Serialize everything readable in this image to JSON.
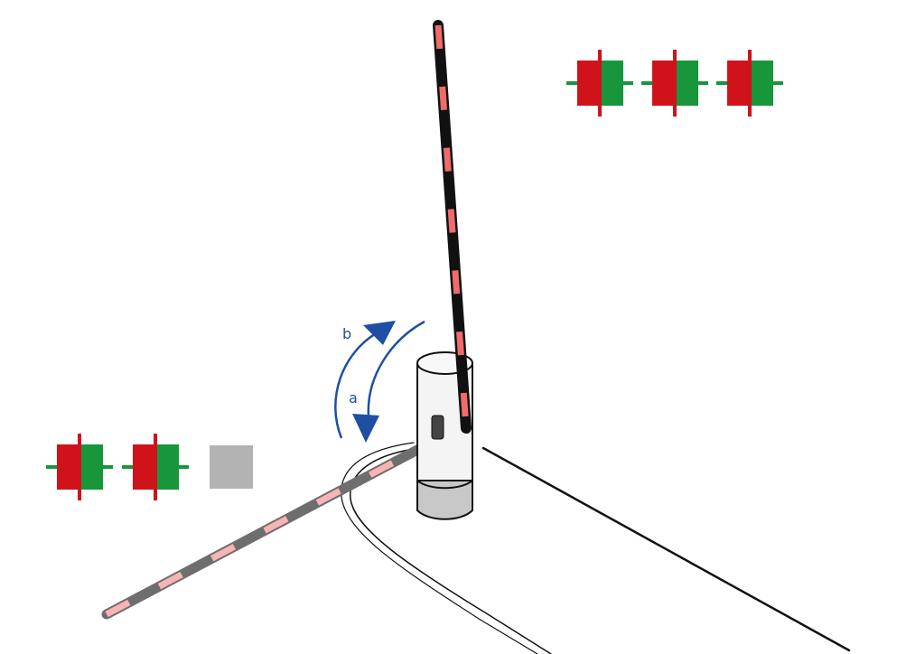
{
  "labels": {
    "arrow_a": "a",
    "arrow_b": "b"
  },
  "indicators": {
    "top_right": [
      "red-green",
      "red-green",
      "red-green"
    ],
    "left": [
      "red-green",
      "red-green",
      "gray"
    ]
  },
  "colors": {
    "red": "#d0121b",
    "green": "#17963b",
    "gray": "#b3b3b3",
    "arrow_blue": "#1e4fa3",
    "boom_stripe_up": "#f06b6b",
    "boom_stripe_down": "#f8b4b4",
    "boom_dark": "#111111",
    "boom_dark_down": "#6e6e6e",
    "post_body": "#f4f4f4",
    "post_base": "#c8c8c8"
  },
  "icons": {
    "arrow": "curved-arrow-icon",
    "indicator": "signal-light-icon"
  }
}
